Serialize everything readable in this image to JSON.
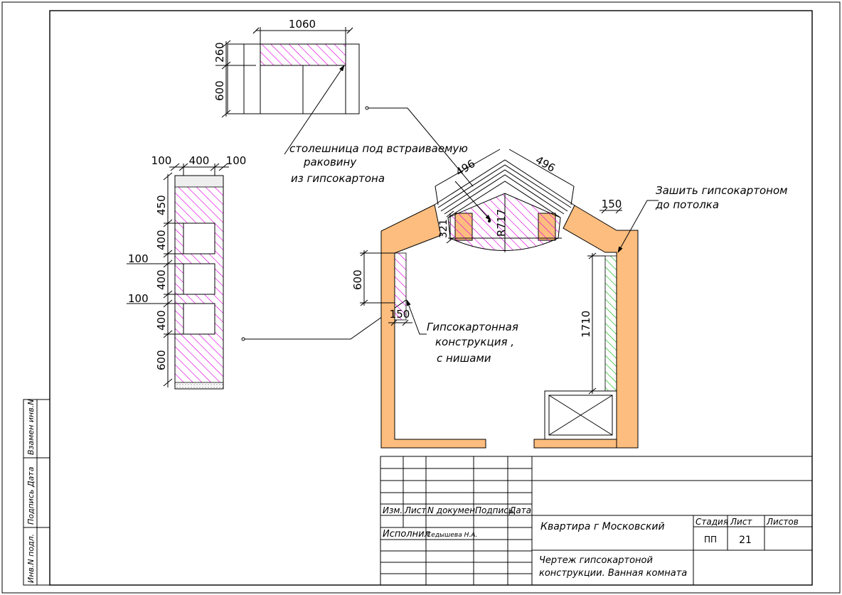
{
  "colors": {
    "wall": "#FDBD7E",
    "hatch_magenta": "#E000E0",
    "hatch_green": "#00B000",
    "line": "#000000"
  },
  "countertop": {
    "dim_width": "1060",
    "dim_top": "260",
    "dim_bottom": "600",
    "label_line1": "столешница под встраиваемую",
    "label_line2": "раковину",
    "label_line3": "из гипсокартона"
  },
  "niche_column": {
    "dim_left": "100",
    "dim_center": "400",
    "dim_right": "100",
    "dims_vertical": [
      "450",
      "400",
      "400",
      "400",
      "600"
    ],
    "dims_gaps": [
      "100",
      "100"
    ]
  },
  "plan": {
    "dim_roof_left": "496",
    "dim_roof_right": "496",
    "dim_radius": "R717",
    "dim_321": "321",
    "dim_150_top": "150",
    "dim_600": "600",
    "dim_150_left": "150",
    "dim_1710": "1710",
    "note_right_line1": "Зашить гипсокартоном",
    "note_right_line2": "до потолка",
    "note_center_line1": "Гипсокартонная",
    "note_center_line2": "конструкция ,",
    "note_center_line3": "с нишами"
  },
  "side_stamp": {
    "col1": "Взамен инв.N",
    "col2": "Подпись  Дата",
    "col3": "Инв.N подл."
  },
  "title_block": {
    "headers": [
      "Изм.",
      "Лист",
      "N докумен.",
      "Подпись",
      "Дата"
    ],
    "role": "Исполнил",
    "performer": "Седышева Н.А.",
    "project": "Квартира г Московский",
    "drawing_line1": "Чертеж гипсокартоной",
    "drawing_line2": "конструкции. Ванная комната",
    "stage_label": "Стадия",
    "sheet_label": "Лист",
    "sheets_label": "Листов",
    "stage_value": "ПП",
    "sheet_value": "21"
  }
}
